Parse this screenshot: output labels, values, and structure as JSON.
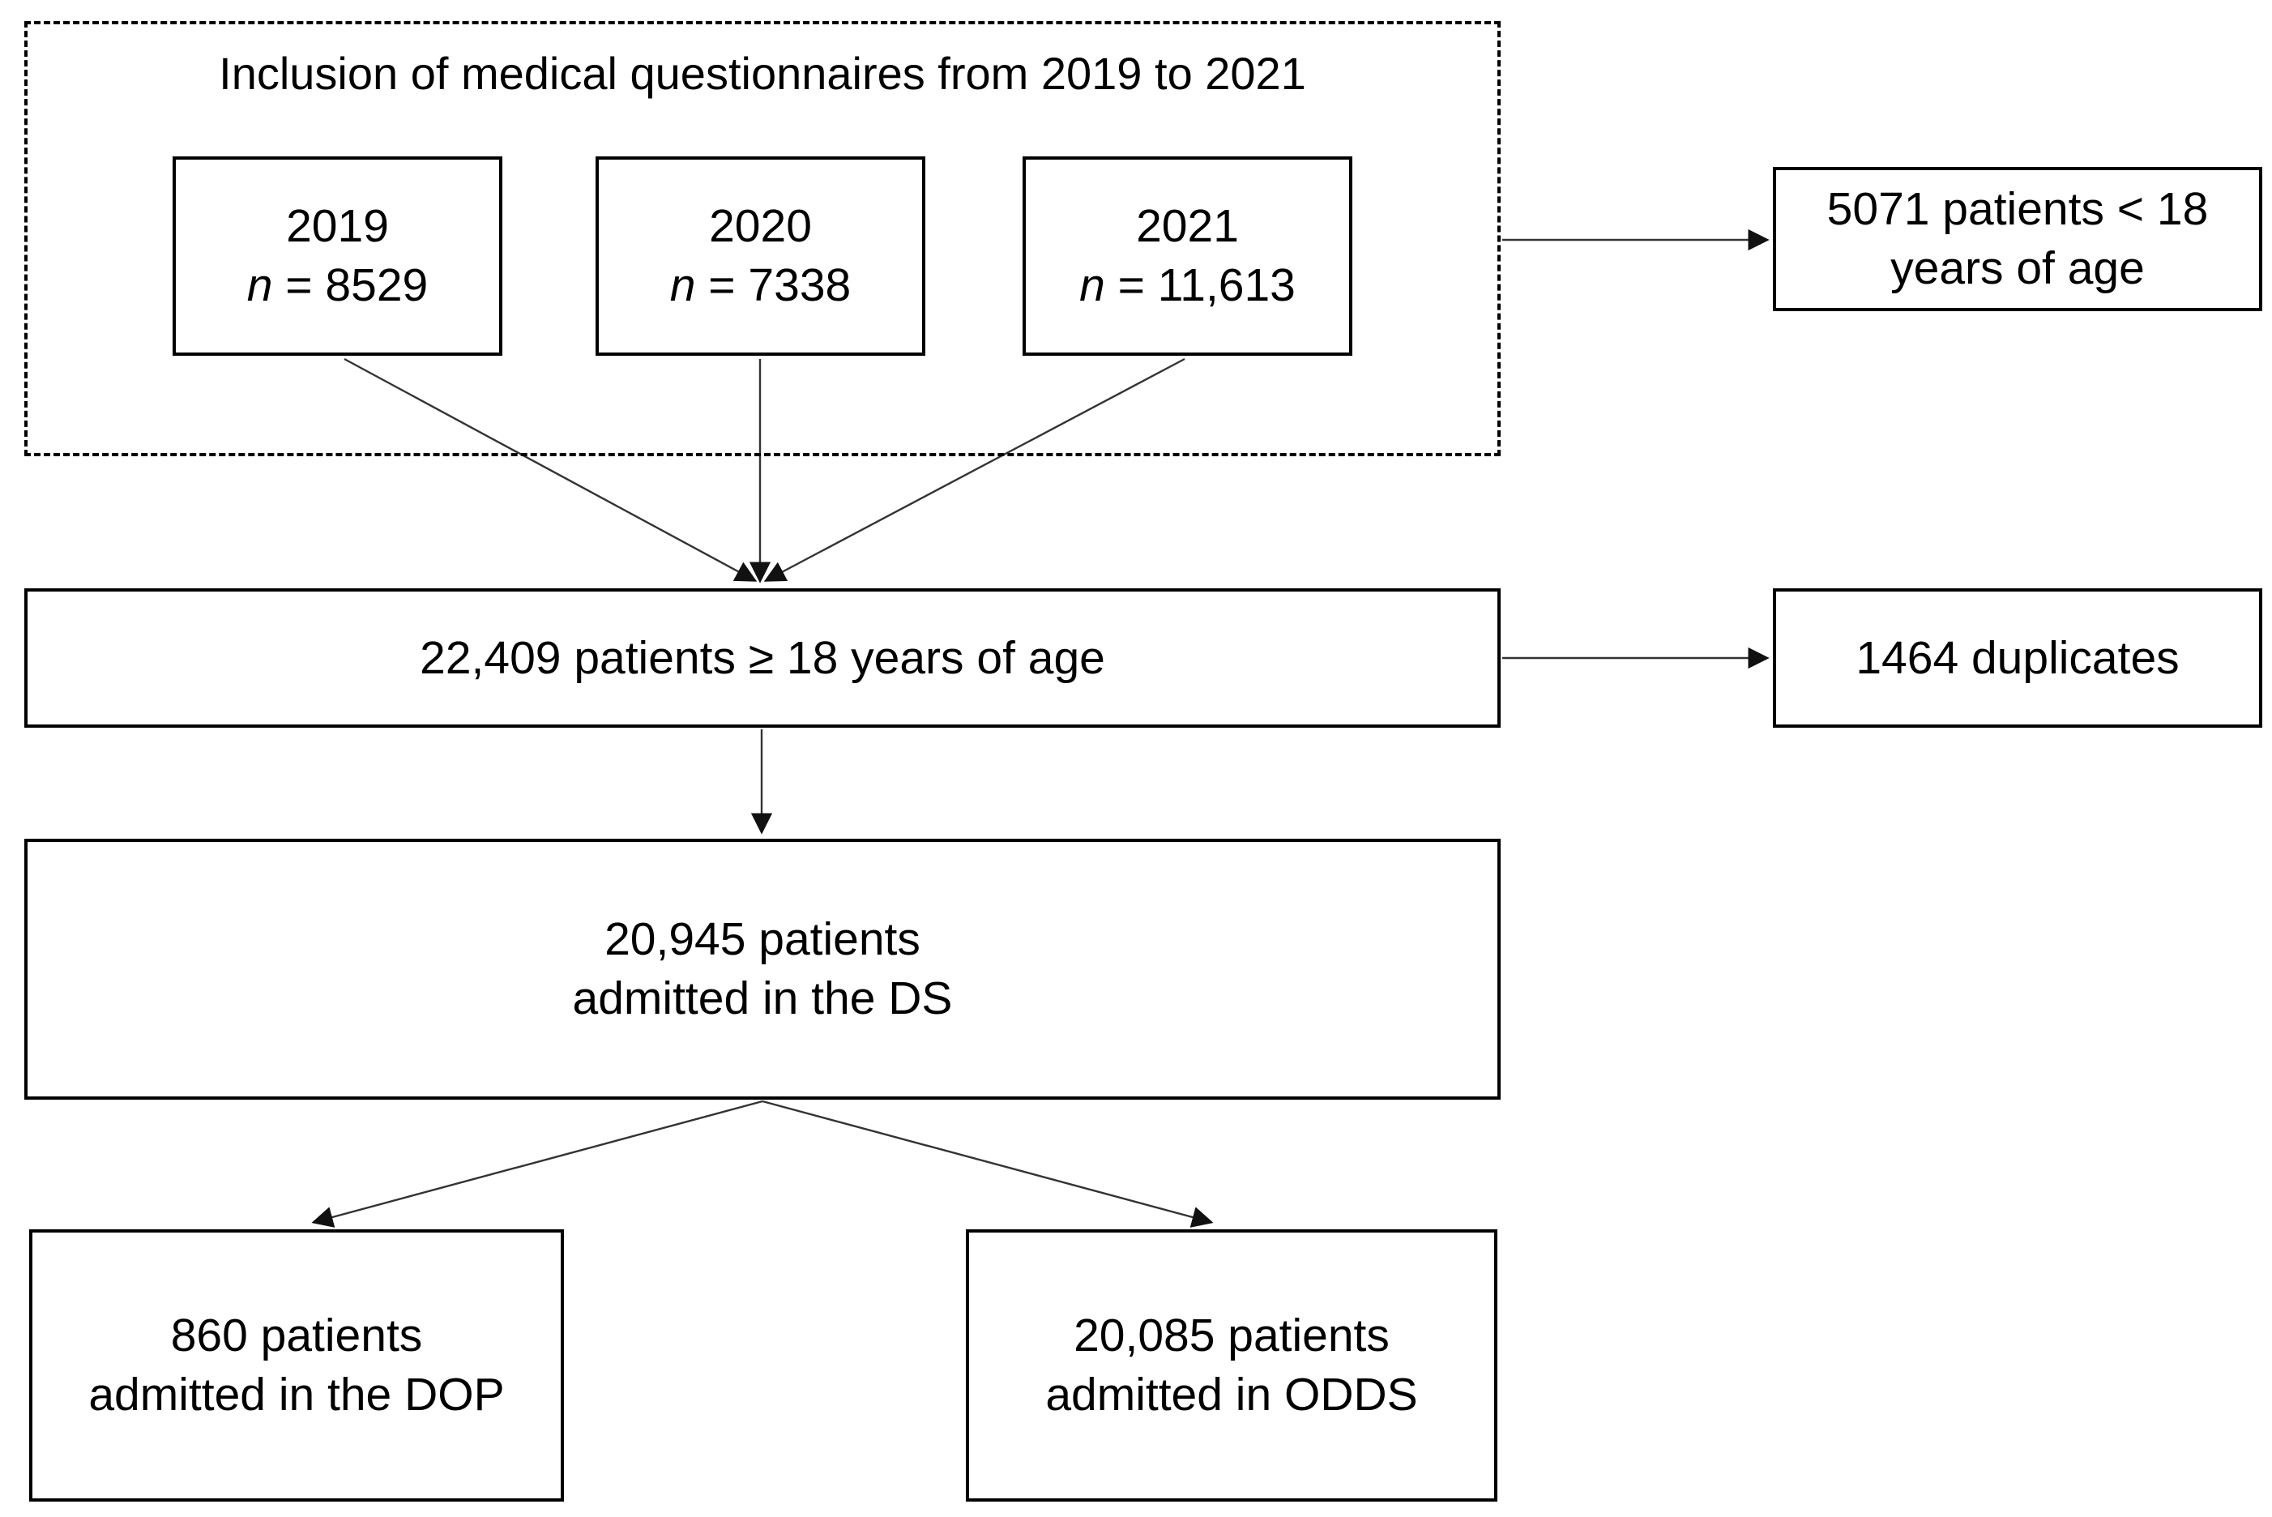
{
  "colors": {
    "ink": "#000000",
    "arrow_line": "#333333",
    "background": "#ffffff"
  },
  "inclusion": {
    "title": "Inclusion of medical questionnaires from 2019 to 2021",
    "years": [
      {
        "year": "2019",
        "n_symbol": "n",
        "n_value": " = 8529"
      },
      {
        "year": "2020",
        "n_symbol": "n",
        "n_value": " = 7338"
      },
      {
        "year": "2021",
        "n_symbol": "n",
        "n_value": " = 11,613"
      }
    ]
  },
  "excluded_under18": {
    "line1": "5071 patients < 18",
    "line2": "years of age"
  },
  "adults": {
    "text": "22,409 patients ≥ 18 years of age"
  },
  "duplicates": {
    "text": "1464 duplicates"
  },
  "ds": {
    "line1": "20,945 patients",
    "line2": "admitted in the DS"
  },
  "dop": {
    "line1": "860 patients",
    "line2": "admitted in the DOP"
  },
  "odds": {
    "line1": "20,085 patients",
    "line2": "admitted in ODDS"
  }
}
